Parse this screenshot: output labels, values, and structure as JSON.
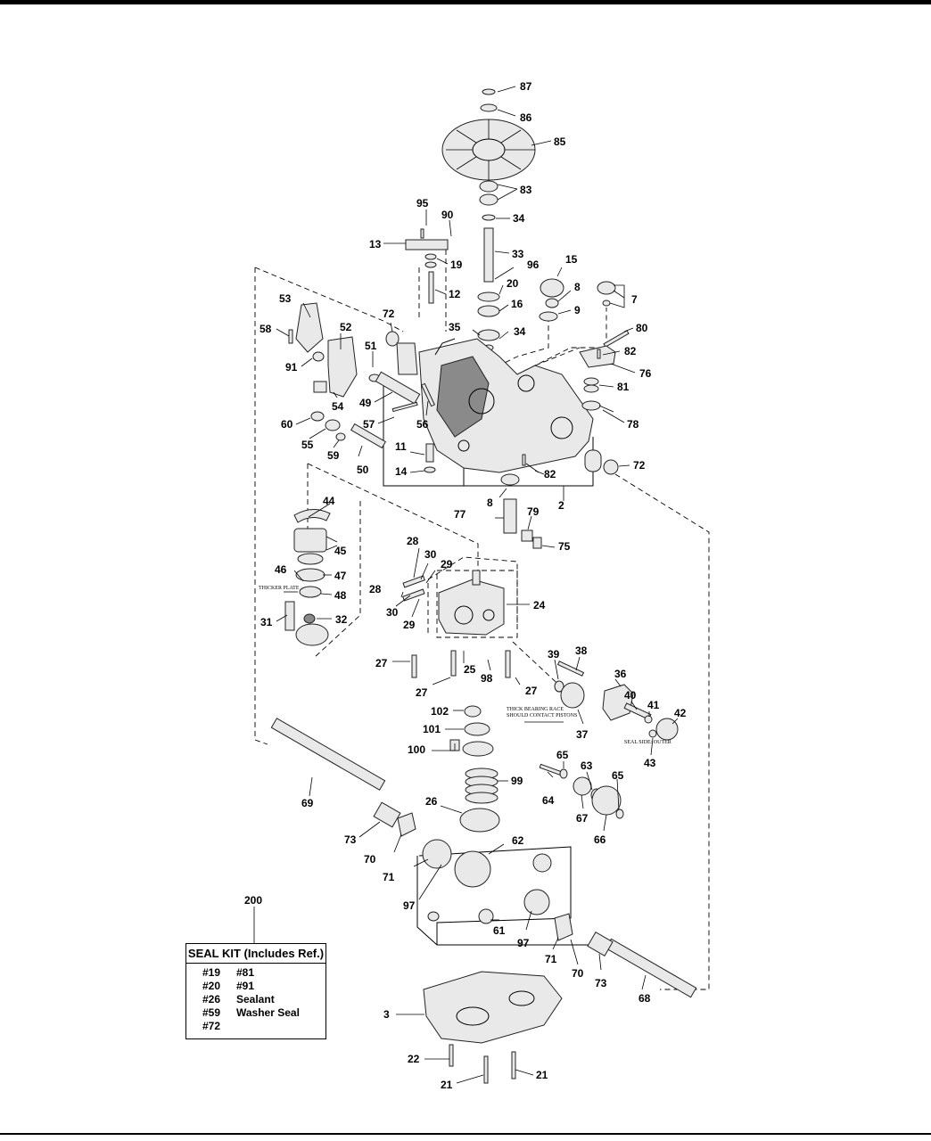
{
  "callouts": {
    "c2": "2",
    "c3": "3",
    "c7": "7",
    "c8a": "8",
    "c8b": "8",
    "c9": "9",
    "c11": "11",
    "c12": "12",
    "c13": "13",
    "c14": "14",
    "c15": "15",
    "c16": "16",
    "c19": "19",
    "c20": "20",
    "c21a": "21",
    "c21b": "21",
    "c22": "22",
    "c24": "24",
    "c25": "25",
    "c26": "26",
    "c27a": "27",
    "c27b": "27",
    "c27c": "27",
    "c28a": "28",
    "c28b": "28",
    "c29a": "29",
    "c29b": "29",
    "c30a": "30",
    "c30b": "30",
    "c31": "31",
    "c32": "32",
    "c33": "33",
    "c34a": "34",
    "c34b": "34",
    "c35": "35",
    "c36": "36",
    "c37": "37",
    "c38": "38",
    "c39": "39",
    "c40": "40",
    "c41": "41",
    "c42": "42",
    "c43": "43",
    "c44": "44",
    "c45": "45",
    "c46": "46",
    "c47": "47",
    "c48": "48",
    "c49": "49",
    "c50": "50",
    "c51": "51",
    "c52": "52",
    "c53": "53",
    "c54": "54",
    "c55": "55",
    "c56": "56",
    "c57": "57",
    "c58": "58",
    "c59": "59",
    "c60": "60",
    "c61": "61",
    "c62": "62",
    "c63": "63",
    "c64": "64",
    "c65a": "65",
    "c65b": "65",
    "c66": "66",
    "c67": "67",
    "c68": "68",
    "c69": "69",
    "c70a": "70",
    "c70b": "70",
    "c71a": "71",
    "c71b": "71",
    "c72a": "72",
    "c72b": "72",
    "c73a": "73",
    "c73b": "73",
    "c75": "75",
    "c76": "76",
    "c77": "77",
    "c78": "78",
    "c79": "79",
    "c80": "80",
    "c81": "81",
    "c82a": "82",
    "c82b": "82",
    "c83": "83",
    "c85": "85",
    "c86": "86",
    "c87": "87",
    "c90": "90",
    "c91": "91",
    "c95": "95",
    "c96": "96",
    "c97a": "97",
    "c97b": "97",
    "c98": "98",
    "c99": "99",
    "c100": "100",
    "c101": "101",
    "c102": "102",
    "c200": "200"
  },
  "notes": {
    "thicker_plate": "THICKER PLATE",
    "thick_bearing_line1": "THICK BEARING RACE",
    "thick_bearing_line2": "SHOULD CONTACT PISTONS",
    "seal_side": "SEAL SIDE: OUTER"
  },
  "seal_kit": {
    "title": "SEAL KIT (Includes Ref.)",
    "rows": [
      [
        "#19",
        "#81"
      ],
      [
        "#20",
        "#91"
      ],
      [
        "#26",
        "Sealant"
      ],
      [
        "#59",
        "Washer Seal"
      ],
      [
        "#72",
        ""
      ]
    ]
  }
}
